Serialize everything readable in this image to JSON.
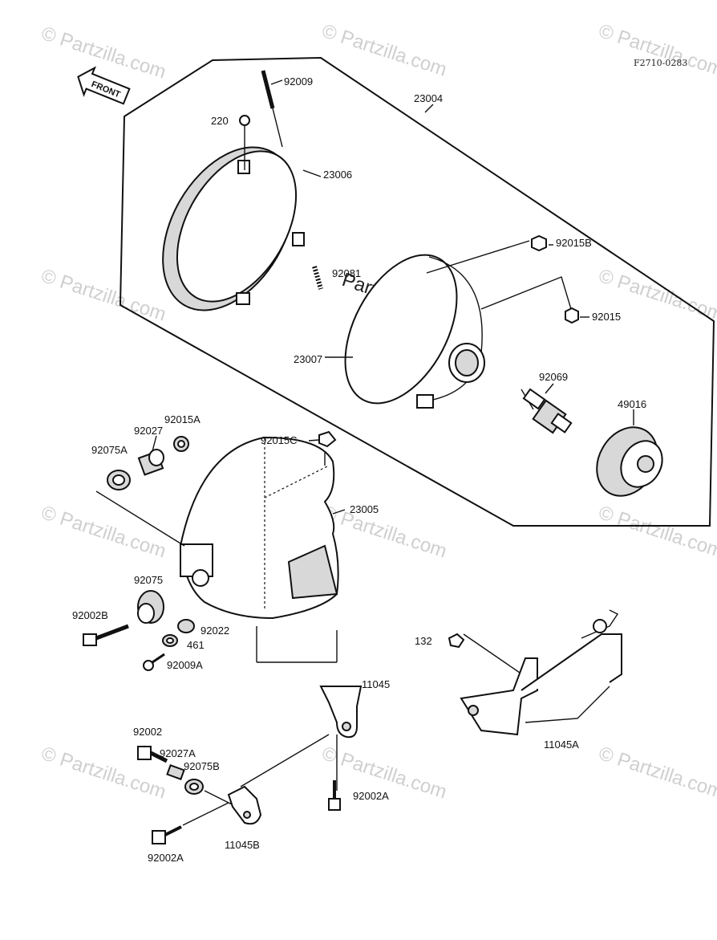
{
  "figure_code": "F2710-0283",
  "front_arrow_label": "FRONT",
  "watermark_text": "© Partzilla.com",
  "center_watermark": "Partzilla.com",
  "callouts": {
    "c92009": "92009",
    "c23004": "23004",
    "c220": "220",
    "c23006": "23006",
    "c92081": "92081",
    "c92015B": "92015B",
    "c92015": "92015",
    "c23007": "23007",
    "c92069": "92069",
    "c49016": "49016",
    "c92015A": "92015A",
    "c92027": "92027",
    "c92075A": "92075A",
    "c92015C": "92015C",
    "c23005": "23005",
    "c92075": "92075",
    "c92002B": "92002B",
    "c92022": "92022",
    "c461": "461",
    "c92009A": "92009A",
    "c132": "132",
    "c11045": "11045",
    "c11045A": "11045A",
    "c92002": "92002",
    "c92027A": "92027A",
    "c92075B": "92075B",
    "c92002A_1": "92002A",
    "c11045B": "11045B",
    "c92002A_2": "92002A"
  }
}
